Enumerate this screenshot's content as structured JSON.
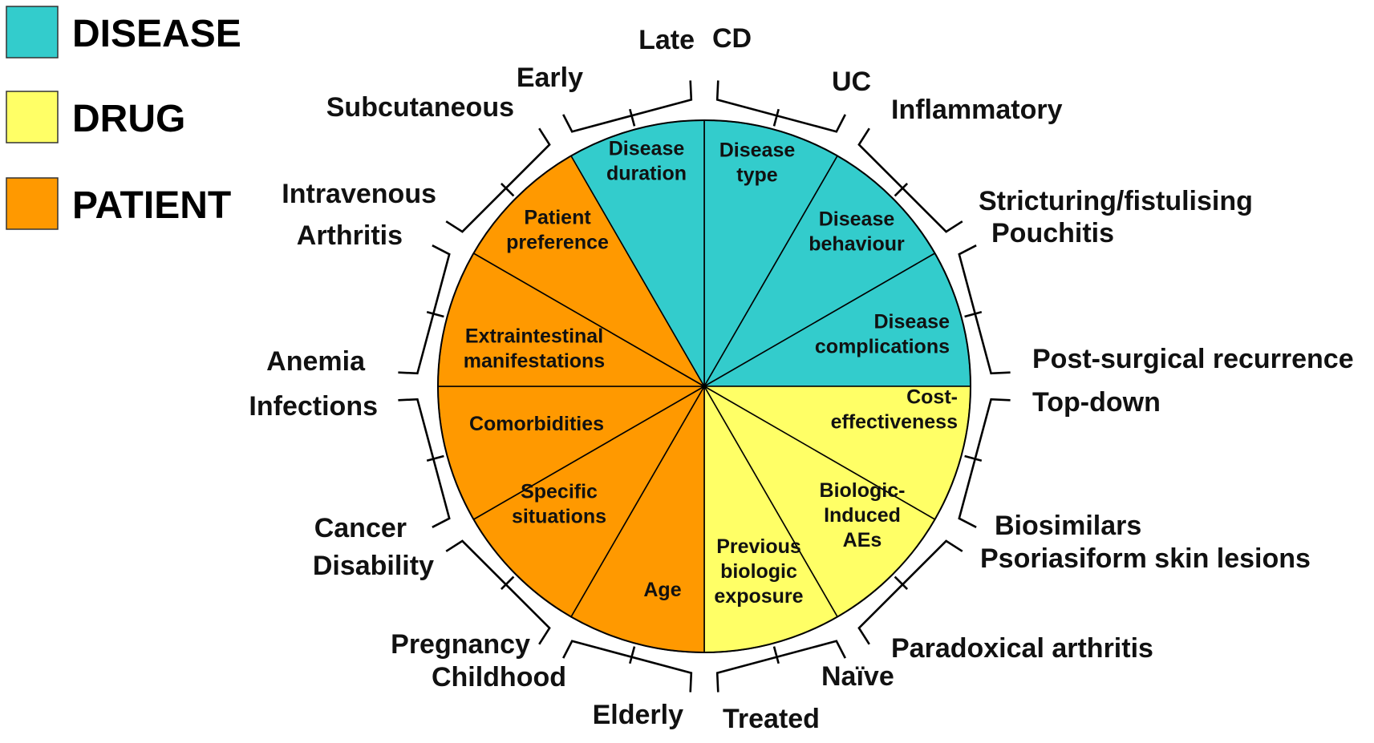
{
  "colors": {
    "disease": "#33CCCC",
    "drug": "#FFFF66",
    "patient": "#FF9900"
  },
  "legend": [
    {
      "label": "DISEASE",
      "category": "disease"
    },
    {
      "label": "DRUG",
      "category": "drug"
    },
    {
      "label": "PATIENT",
      "category": "patient"
    }
  ],
  "segments": [
    {
      "label": [
        "Disease",
        "type"
      ],
      "category": "disease",
      "options": [
        "CD",
        "UC"
      ]
    },
    {
      "label": [
        "Disease",
        "behaviour"
      ],
      "category": "disease",
      "options": [
        "Inflammatory",
        "Stricturing/fistulising"
      ]
    },
    {
      "label": [
        "Disease",
        "complications"
      ],
      "category": "disease",
      "options": [
        "Pouchitis",
        "Post-surgical recurrence"
      ]
    },
    {
      "label": [
        "Cost-",
        "effectiveness"
      ],
      "category": "drug",
      "options": [
        "Top-down",
        "Biosimilars"
      ]
    },
    {
      "label": [
        "Biologic-",
        "Induced",
        "AEs"
      ],
      "category": "drug",
      "options": [
        "Psoriasiform skin lesions",
        "Paradoxical arthritis"
      ]
    },
    {
      "label": [
        "Previous",
        "biologic",
        "exposure"
      ],
      "category": "drug",
      "options": [
        "Naïve",
        "Treated"
      ]
    },
    {
      "label": [
        "Age"
      ],
      "category": "patient",
      "options": [
        "Elderly",
        "Childhood"
      ]
    },
    {
      "label": [
        "Specific",
        "situations"
      ],
      "category": "patient",
      "options": [
        "Pregnancy",
        "Disability"
      ]
    },
    {
      "label": [
        "Comorbidities"
      ],
      "category": "patient",
      "options": [
        "Cancer",
        "Infections"
      ]
    },
    {
      "label": [
        "Extraintestinal",
        "manifestations"
      ],
      "category": "patient",
      "options": [
        "Anemia",
        "Arthritis"
      ]
    },
    {
      "label": [
        "Patient",
        "preference"
      ],
      "category": "patient",
      "options": [
        "Intravenous",
        "Subcutaneous"
      ]
    },
    {
      "label": [
        "Disease",
        "duration"
      ],
      "category": "disease",
      "options": [
        "Early",
        "Late"
      ]
    }
  ]
}
